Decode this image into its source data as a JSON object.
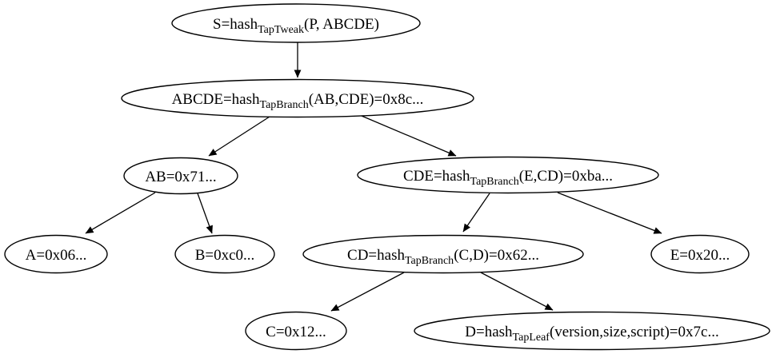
{
  "diagram": {
    "type": "tree",
    "description": "taproot-merkle-tree",
    "colors": {
      "background": "#ffffff",
      "node_fill": "#ffffff",
      "node_stroke": "#000000",
      "edge": "#000000",
      "text": "#000000"
    },
    "nodes": {
      "S": {
        "pre": "S=hash",
        "sub": "TapTweak",
        "post": "(P, ABCDE)"
      },
      "ABCDE": {
        "pre": "ABCDE=hash",
        "sub": "TapBranch",
        "post": "(AB,CDE)=0x8c..."
      },
      "AB": {
        "label": "AB=0x71..."
      },
      "CDE": {
        "pre": "CDE=hash",
        "sub": "TapBranch",
        "post": "(E,CD)=0xba..."
      },
      "A": {
        "label": "A=0x06..."
      },
      "B": {
        "label": "B=0xc0..."
      },
      "CD": {
        "pre": "CD=hash",
        "sub": "TapBranch",
        "post": "(C,D)=0x62..."
      },
      "E": {
        "label": "E=0x20..."
      },
      "C": {
        "label": "C=0x12..."
      },
      "D": {
        "pre": "D=hash",
        "sub": "TapLeaf",
        "post": "(version,size,script)=0x7c..."
      }
    },
    "edges": [
      {
        "from": "S",
        "to": "ABCDE"
      },
      {
        "from": "ABCDE",
        "to": "AB"
      },
      {
        "from": "ABCDE",
        "to": "CDE"
      },
      {
        "from": "AB",
        "to": "A"
      },
      {
        "from": "AB",
        "to": "B"
      },
      {
        "from": "CDE",
        "to": "CD"
      },
      {
        "from": "CDE",
        "to": "E"
      },
      {
        "from": "CD",
        "to": "C"
      },
      {
        "from": "CD",
        "to": "D"
      }
    ]
  }
}
